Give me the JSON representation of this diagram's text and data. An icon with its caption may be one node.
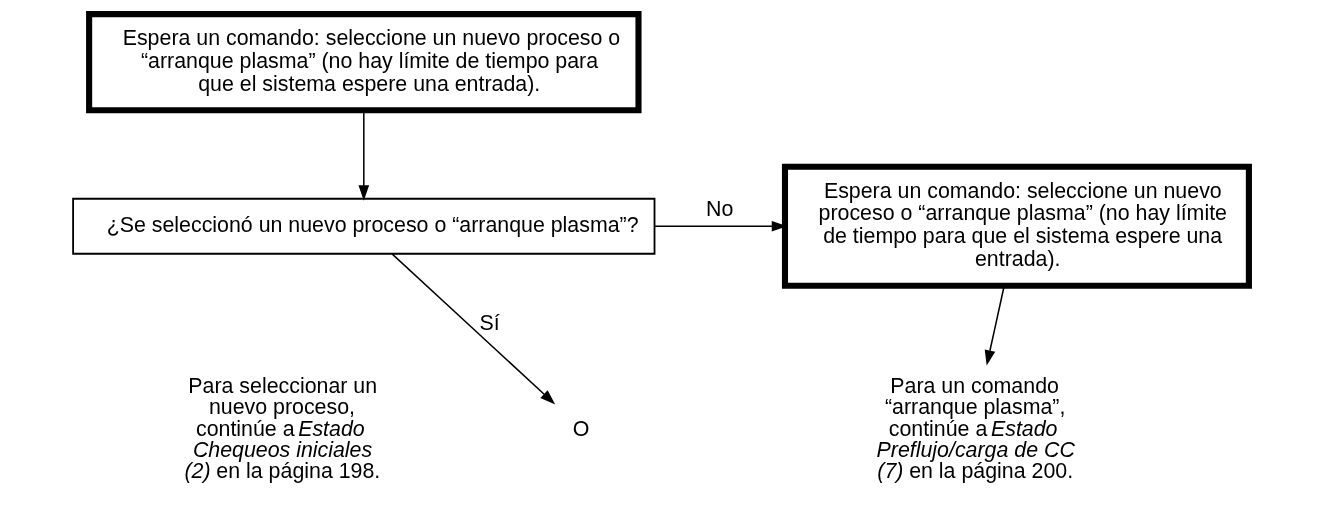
{
  "diagram": {
    "nodes": [
      {
        "text": [
          "Espera un comando: seleccione un nuevo proceso o “arranque plasma” (no hay límite de tiempo para que el sistema espere una entrada)."
        ]
      },
      {
        "text": [
          "¿Se seleccionó un nuevo proceso o “arranque plasma”?"
        ]
      },
      {
        "text": [
          "Espera un comando: seleccione un nuevo proceso o “arranque plasma” (no hay límite de tiempo para que el sistema espere una entrada)."
        ]
      },
      {
        "text": [
          "Para seleccionar un nuevo proceso, continúe a *Estado Chequeos iniciales (2)* en la página 198."
        ]
      },
      {
        "text": [
          "O"
        ]
      },
      {
        "text": [
          "Para un comando “arranque plasma”, continúe a *Estado Preflujo/carga de CC (7)* en la página 200."
        ]
      }
    ],
    "edges": [
      {
        "from": 0,
        "to": 1,
        "arrow": "to"
      },
      {
        "from": 1,
        "to": 2,
        "arrow": "to",
        "label": "No"
      },
      {
        "from": 1,
        "to": 4,
        "arrow": "to",
        "label": "Sí"
      },
      {
        "from": 2,
        "to": 5,
        "arrow": "to"
      }
    ]
  }
}
